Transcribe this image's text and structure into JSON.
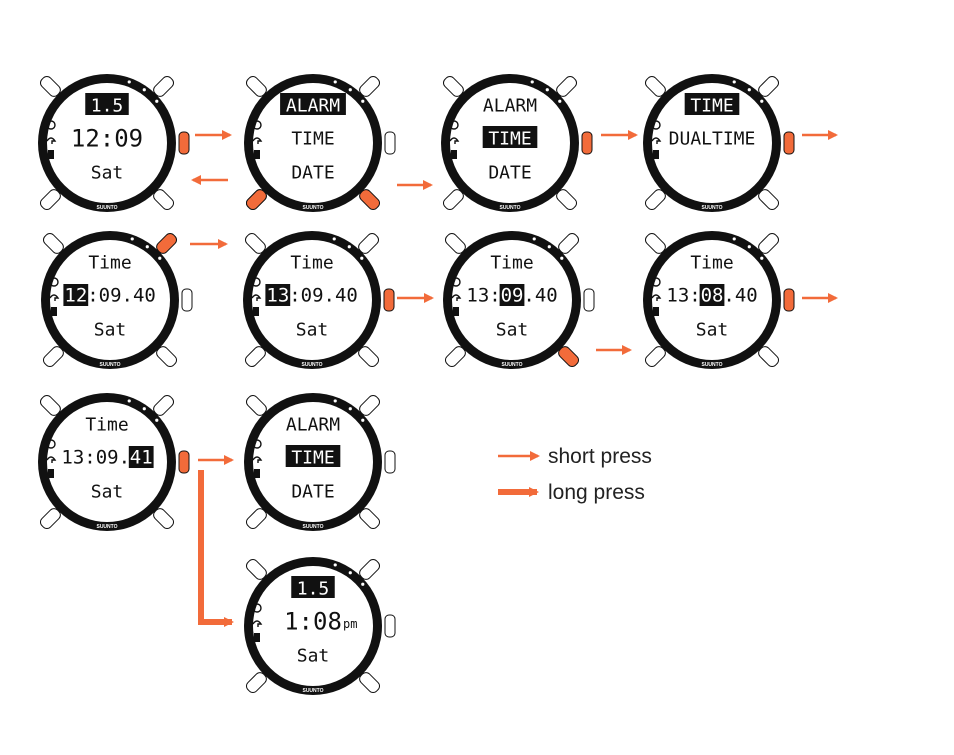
{
  "brand": "SUUNTO",
  "colors": {
    "accent": "#f26b3a",
    "bezel": "#111111",
    "face": "#ffffff",
    "highlight": "#111111"
  },
  "watches": [
    {
      "top": "1.5",
      "top_inv": true,
      "mid": "12:09",
      "bot": "Sat",
      "press": "right-mid"
    },
    {
      "top": "ALARM",
      "top_inv": true,
      "mid": "TIME",
      "bot": "DATE",
      "press": "right-bottom-left-bottom"
    },
    {
      "top": "ALARM",
      "mid": "TIME",
      "mid_inv": true,
      "bot": "DATE",
      "press": "right-mid"
    },
    {
      "top": "TIME",
      "top_inv": true,
      "mid": "DUALTIME",
      "bot": "",
      "press": "right-mid"
    },
    {
      "top": "Time",
      "mid_parts": [
        "12",
        ":09.40"
      ],
      "mid_hl": 0,
      "bot": "Sat",
      "press": "right-top"
    },
    {
      "top": "Time",
      "mid_parts": [
        "13",
        ":09.40"
      ],
      "mid_hl": 0,
      "bot": "Sat",
      "press": "right-mid"
    },
    {
      "top": "Time",
      "mid_parts": [
        "13:",
        "09",
        ".40"
      ],
      "mid_hl": 1,
      "bot": "Sat",
      "press": "right-bottom"
    },
    {
      "top": "Time",
      "mid_parts": [
        "13:",
        "08",
        ".40"
      ],
      "mid_hl": 1,
      "bot": "Sat",
      "press": "right-mid"
    },
    {
      "top": "Time",
      "mid_parts": [
        "13:09.",
        "41"
      ],
      "mid_hl": 1,
      "bot": "Sat",
      "press": "right-mid"
    },
    {
      "top": "ALARM",
      "mid": "TIME",
      "mid_inv": true,
      "bot": "DATE",
      "press": ""
    },
    {
      "top": "1.5",
      "top_inv": true,
      "mid": "1:08",
      "mid_suffix": "pm",
      "bot": "Sat",
      "press": ""
    }
  ],
  "legend": {
    "short": "short press",
    "long": "long press"
  }
}
